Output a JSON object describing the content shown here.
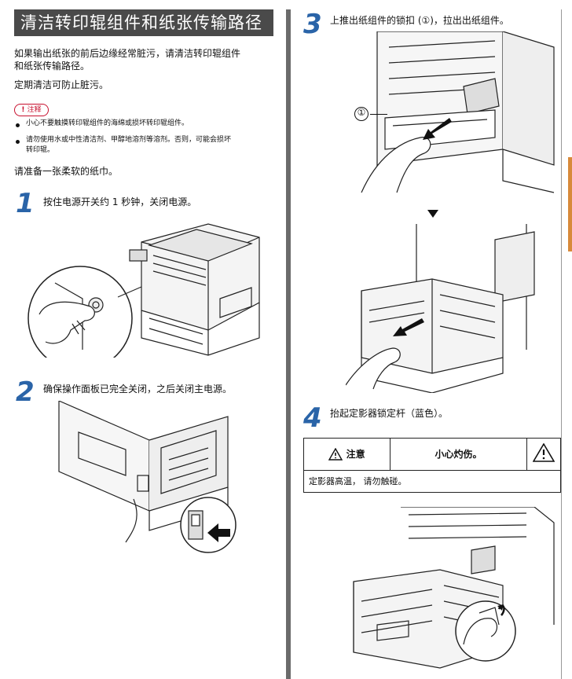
{
  "section_title": "清洁转印辊组件和纸张传输路径",
  "intro": {
    "line1": "如果输出纸张的前后边缘经常脏污，请清洁转印辊组件",
    "line2": "和纸张传输路径。",
    "periodic": "定期清洁可防止脏污。"
  },
  "note": {
    "badge": "注释",
    "bullet1": "小心不要触摸转印辊组件的海绵或损坏转印辊组件。",
    "bullet2_line1": "请勿使用水或中性清洁剂、甲醇地溶剂等溶剂。否则，可能会损坏",
    "bullet2_line2": "转印辊。"
  },
  "prepare": "请准备一张柔软的纸巾。",
  "steps": [
    {
      "num": "1",
      "text": "按住电源开关约 1 秒钟，关闭电源。"
    },
    {
      "num": "2",
      "text": "确保操作面板已完全关闭，之后关闭主电源。"
    },
    {
      "num": "3",
      "text": "上推出纸组件的锁扣 (①)，拉出出纸组件。"
    },
    {
      "num": "4",
      "text": "抬起定影器锁定杆（蓝色）。"
    }
  ],
  "callout_label": "①",
  "caution": {
    "label": "注意",
    "message": "小心灼伤。",
    "detail": "定影器高温，  请勿触碰。"
  },
  "colors": {
    "title_bg": "#4a4a4a",
    "step_blue": "#2a64a8",
    "note_red": "#c8102e"
  }
}
